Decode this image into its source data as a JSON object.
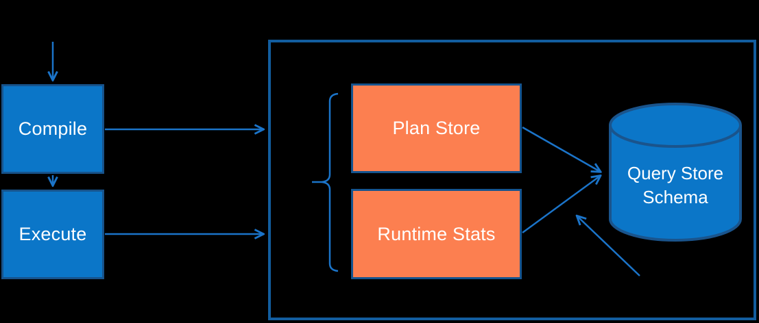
{
  "diagram": {
    "nodes": {
      "compile": {
        "label": "Compile"
      },
      "execute": {
        "label": "Execute"
      },
      "plan_store": {
        "label": "Plan Store"
      },
      "runtime_stats": {
        "label": "Runtime Stats"
      },
      "query_store_schema": {
        "label": "Query Store Schema"
      }
    },
    "connectors": [
      {
        "name": "arrow-into-compile",
        "from": "top-edge",
        "to": "compile"
      },
      {
        "name": "arrow-compile-to-execute",
        "from": "compile",
        "to": "execute"
      },
      {
        "name": "arrow-compile-to-container",
        "from": "compile",
        "to": "query-store-container"
      },
      {
        "name": "arrow-execute-to-container",
        "from": "execute",
        "to": "query-store-container"
      },
      {
        "name": "arrow-plan-store-to-schema",
        "from": "plan_store",
        "to": "query_store_schema"
      },
      {
        "name": "arrow-runtime-stats-to-schema",
        "from": "runtime_stats",
        "to": "query_store_schema"
      },
      {
        "name": "arrow-from-bottom-right",
        "from": "bottom-right",
        "to": "schema-area"
      }
    ],
    "colors": {
      "background": "#000000",
      "blue_fill": "#0b76c8",
      "blue_border": "#17538c",
      "orange_fill": "#fc7f50",
      "orange_border": "#15548f",
      "container_border": "#125d9f",
      "cylinder_fill": "#0b76c8",
      "cylinder_border": "#1a548c",
      "arrow": "#1b74c9",
      "text": "#ffffff"
    }
  }
}
